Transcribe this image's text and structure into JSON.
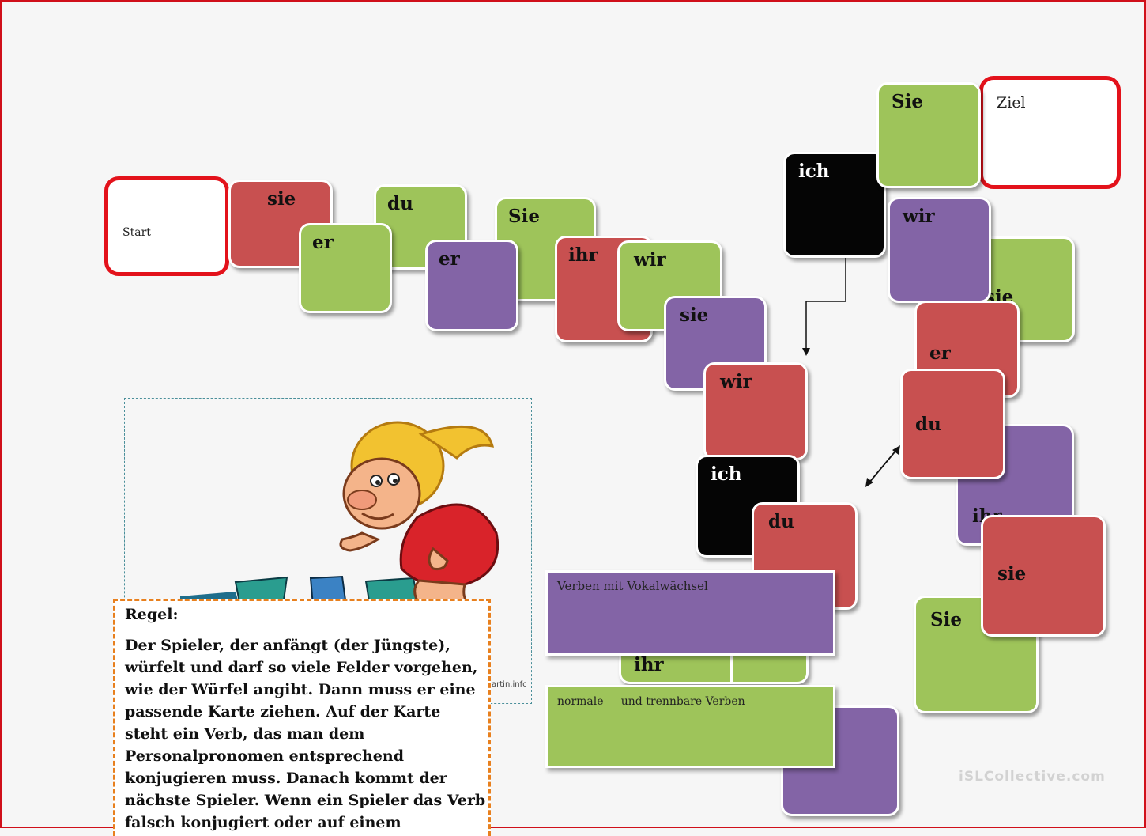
{
  "board": {
    "start_label": "Start",
    "goal_label": "Ziel",
    "tiles": [
      {
        "label": "sie",
        "color": "red"
      },
      {
        "label": "er",
        "color": "green"
      },
      {
        "label": "du",
        "color": "green"
      },
      {
        "label": "er",
        "color": "purple"
      },
      {
        "label": "Sie",
        "color": "green"
      },
      {
        "label": "ihr",
        "color": "red"
      },
      {
        "label": "wir",
        "color": "green"
      },
      {
        "label": "sie",
        "color": "purple"
      },
      {
        "label": "wir",
        "color": "red"
      },
      {
        "label": "ich",
        "color": "black"
      },
      {
        "label": "du",
        "color": "red"
      },
      {
        "label": "ihr",
        "color": "green"
      },
      {
        "label": "ich",
        "color": "black"
      },
      {
        "label": "Sie",
        "color": "green"
      },
      {
        "label": "wir",
        "color": "purple"
      },
      {
        "label": "sie",
        "color": "green"
      },
      {
        "label": "er",
        "color": "red"
      },
      {
        "label": "du",
        "color": "red"
      },
      {
        "label": "ihr",
        "color": "purple"
      },
      {
        "label": "sie",
        "color": "red"
      },
      {
        "label": "Sie",
        "color": "green"
      }
    ]
  },
  "legend": {
    "vowel_change": "Verben mit Vokalwächsel",
    "regular": "normale     und trennbare Verben"
  },
  "rules": {
    "title": "Regel:",
    "text": "Der Spieler, der anfängt (der Jüngste), würfelt und darf so viele Felder vorgehen, wie der Würfel angibt. Dann muss er eine passende Karte ziehen. Auf der Karte steht ein Verb, das man dem Personalpronomen entsprechend konjugieren muss. Danach kommt der nächste Spieler. Wenn ein Spieler das Verb falsch konjugiert oder auf einem"
  },
  "image_credit": "artin.infc",
  "watermark": "iSLCollective.com",
  "colors": {
    "red": "#c85050",
    "green": "#9ec45a",
    "purple": "#8364a6",
    "black": "#050505",
    "frame": "#d0101a",
    "rule_border": "#e8801e"
  }
}
